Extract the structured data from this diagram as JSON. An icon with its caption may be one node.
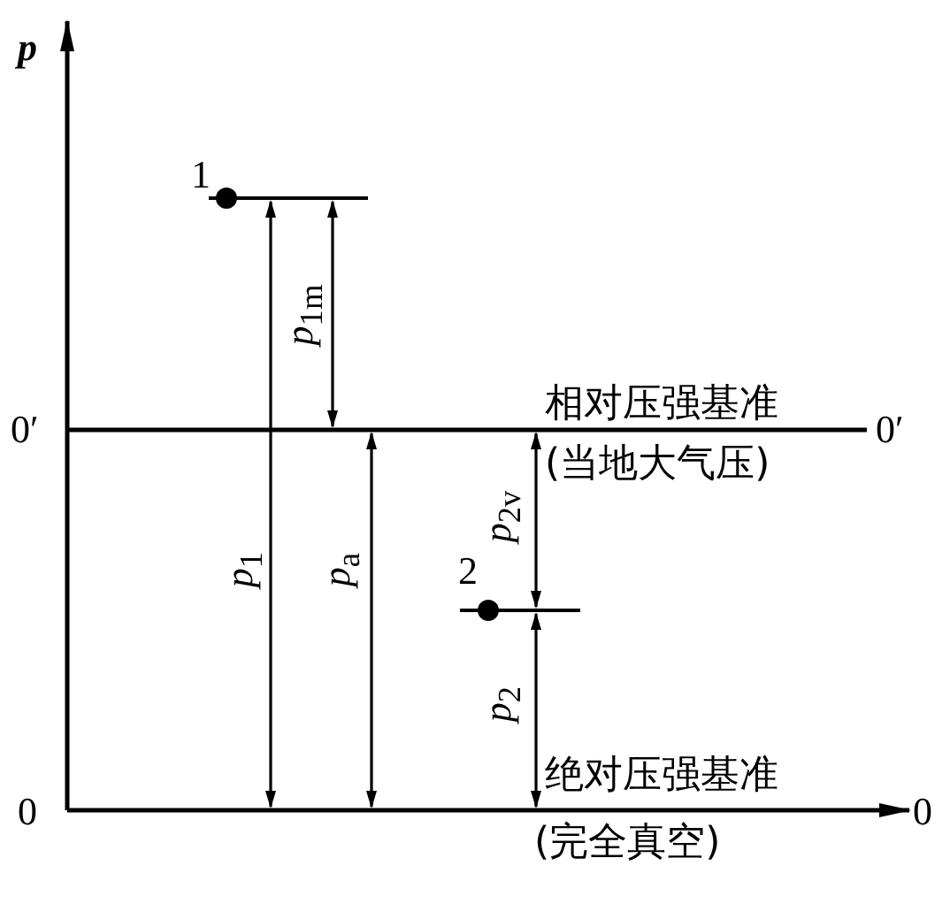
{
  "diagram": {
    "labels": [
      "p",
      "1",
      "*p*$_{1m}$",
      "0′",
      "相对压强基准",
      "0′",
      "(当地大气压)",
      "*p*$_{2v}$",
      "2",
      "*p*$_{1}$",
      "*p*$_{a}$",
      "*p*$_{2}$",
      "绝对压强基准",
      "0",
      "0",
      "(完全真空)"
    ]
  }
}
